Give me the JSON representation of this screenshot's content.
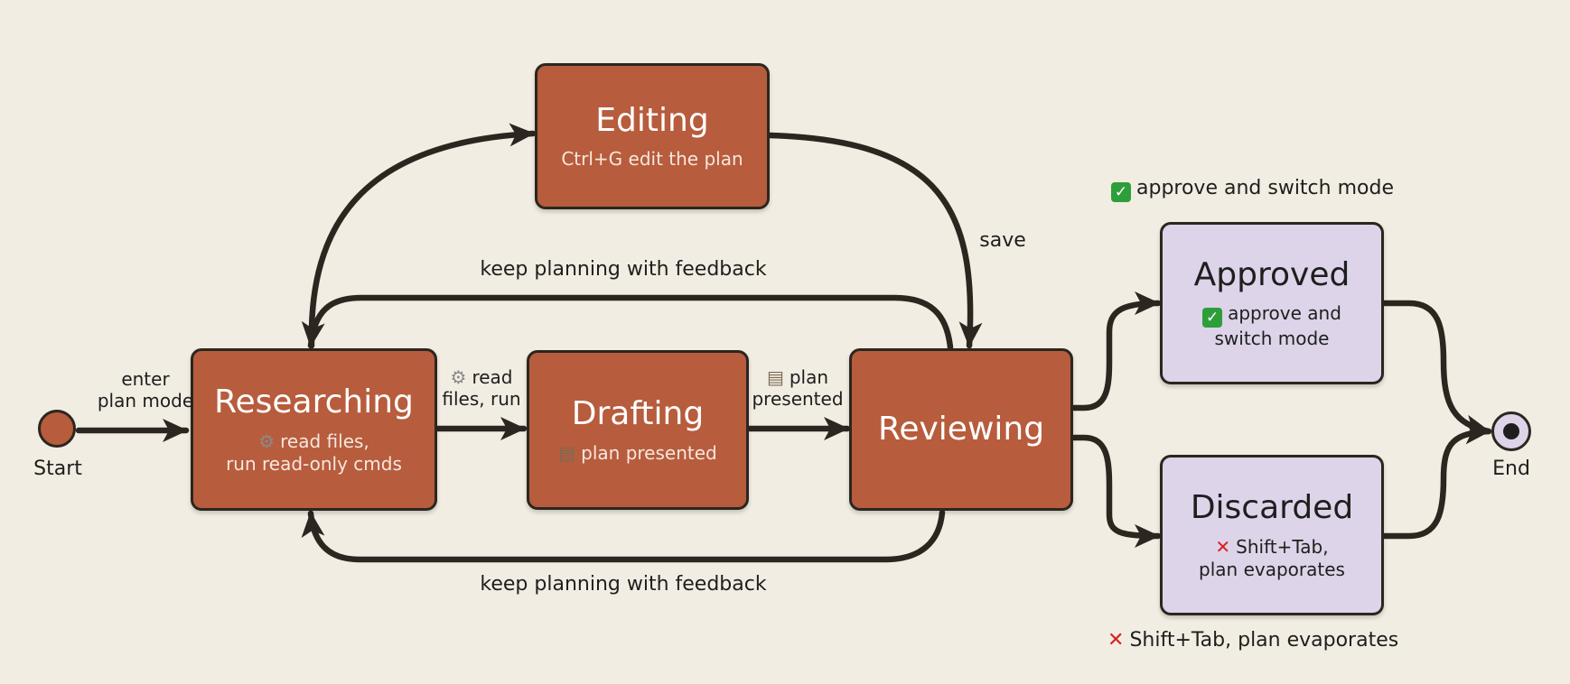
{
  "states": {
    "editing": {
      "title": "Editing",
      "desc": "Ctrl+G edit the plan"
    },
    "researching": {
      "title": "Researching",
      "desc": "read files,\nrun read-only cmds",
      "icon": "gear-icon"
    },
    "drafting": {
      "title": "Drafting",
      "desc": "plan presented",
      "icon": "clipboard-icon"
    },
    "reviewing": {
      "title": "Reviewing"
    },
    "approved": {
      "title": "Approved",
      "desc": "approve and\nswitch mode",
      "icon": "check-icon"
    },
    "discarded": {
      "title": "Discarded",
      "desc": "Shift+Tab,\nplan evaporates",
      "icon": "cross-icon"
    }
  },
  "terminals": {
    "start": "Start",
    "end": "End"
  },
  "transitions": {
    "enter_plan_mode": "enter\nplan mode",
    "read_files_run": "read\nfiles, run",
    "plan_presented": "plan\npresented",
    "save": "save",
    "keep_planning_top": "keep planning with feedback",
    "keep_planning_bottom": "keep planning with feedback",
    "approve_switch": "approve and switch mode",
    "shift_tab_evaporates": "Shift+Tab, plan evaporates"
  },
  "colors": {
    "state_fill": "#b75c3c",
    "final_fill": "#ddd4e9",
    "stroke": "#2b2620",
    "background": "#f2ede2",
    "check": "#2e9e3a",
    "cross": "#d62020"
  }
}
